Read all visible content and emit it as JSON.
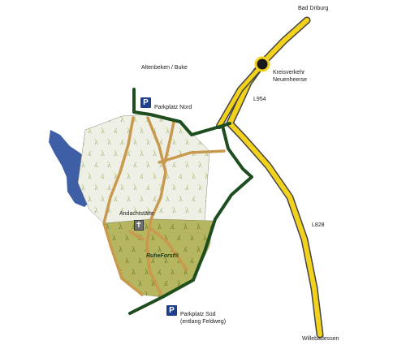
{
  "labels": {
    "bad_driburg": "Bad Driburg",
    "altenbeken": "Altenbeken / Buke",
    "kreisverkehr_line1": "Kreisverkehr",
    "kreisverkehr_line2": "Neuenheerse",
    "road_l954": "L954",
    "road_l828": "L828",
    "parkplatz_nord": "Parkplatz Nord",
    "andachtsstaette": "Andachtstätte",
    "ruheforst": "RuheForst®",
    "parkplatz_sued_line1": "Parkplatz Süd",
    "parkplatz_sued_line2": "(entlang Feldweg)",
    "willebadessen": "Willebadessen"
  },
  "icons": {
    "parking": "parking-sign-icon",
    "parking_letter": "P",
    "chapel": "cross-icon",
    "chapel_glyph": "✝",
    "roundabout": "roundabout-icon"
  },
  "colors": {
    "main_road": "#f2d21c",
    "road_outline": "#444444",
    "forest_border": "#1e4d1e",
    "path": "#c99a4e",
    "forest_light": "#eef0e6",
    "forest_ruheforst": "#b6b560",
    "lake": "#3e5fa6",
    "parking_sign": "#1f3f8c",
    "tree_symbol_light": "#a7b770",
    "tree_symbol_dark": "#6a7a25"
  }
}
